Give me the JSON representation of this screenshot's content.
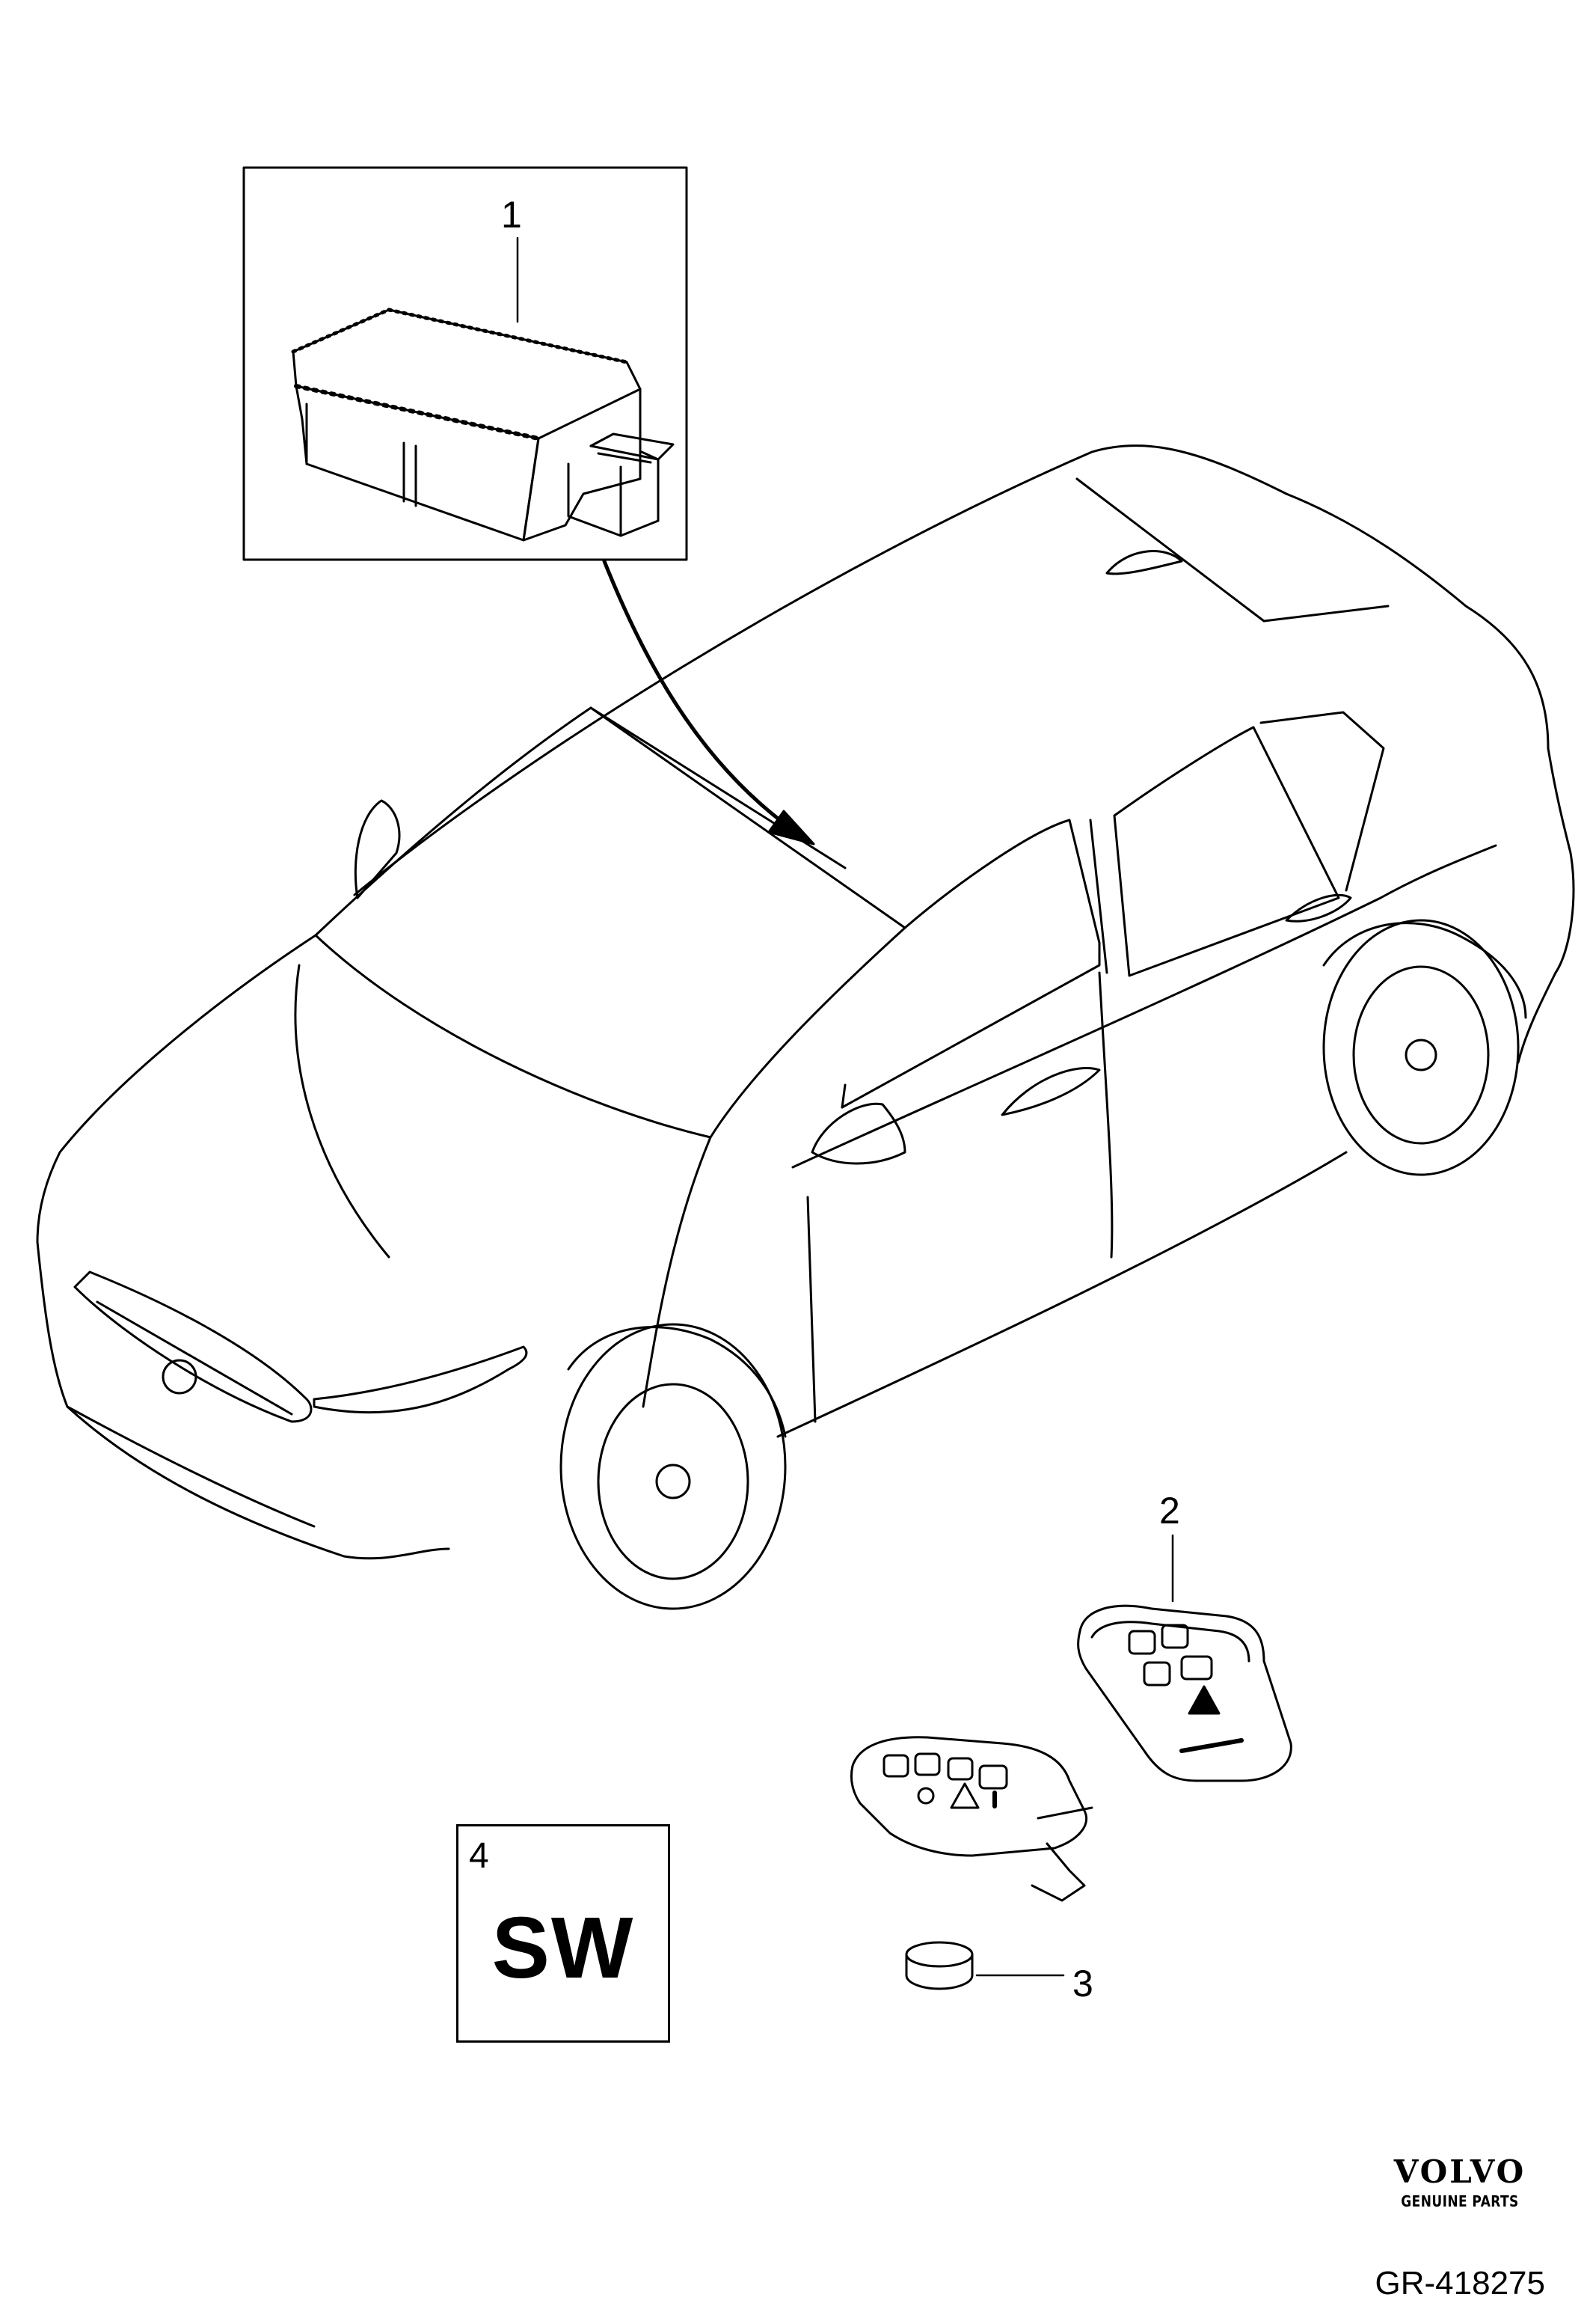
{
  "callouts": {
    "part_1": "1",
    "part_2": "2",
    "part_3": "3",
    "part_4": "4"
  },
  "software_box": {
    "label": "SW"
  },
  "brand": {
    "name": "VOLVO",
    "tagline": "GENUINE PARTS"
  },
  "reference": "GR-418275",
  "icons": {
    "part_1": "control-module-icon",
    "part_2": "remote-key-fob-icon",
    "part_3": "coin-battery-icon",
    "vehicle": "hatchback-car-icon"
  },
  "colors": {
    "line": "#000000",
    "background": "#ffffff"
  }
}
